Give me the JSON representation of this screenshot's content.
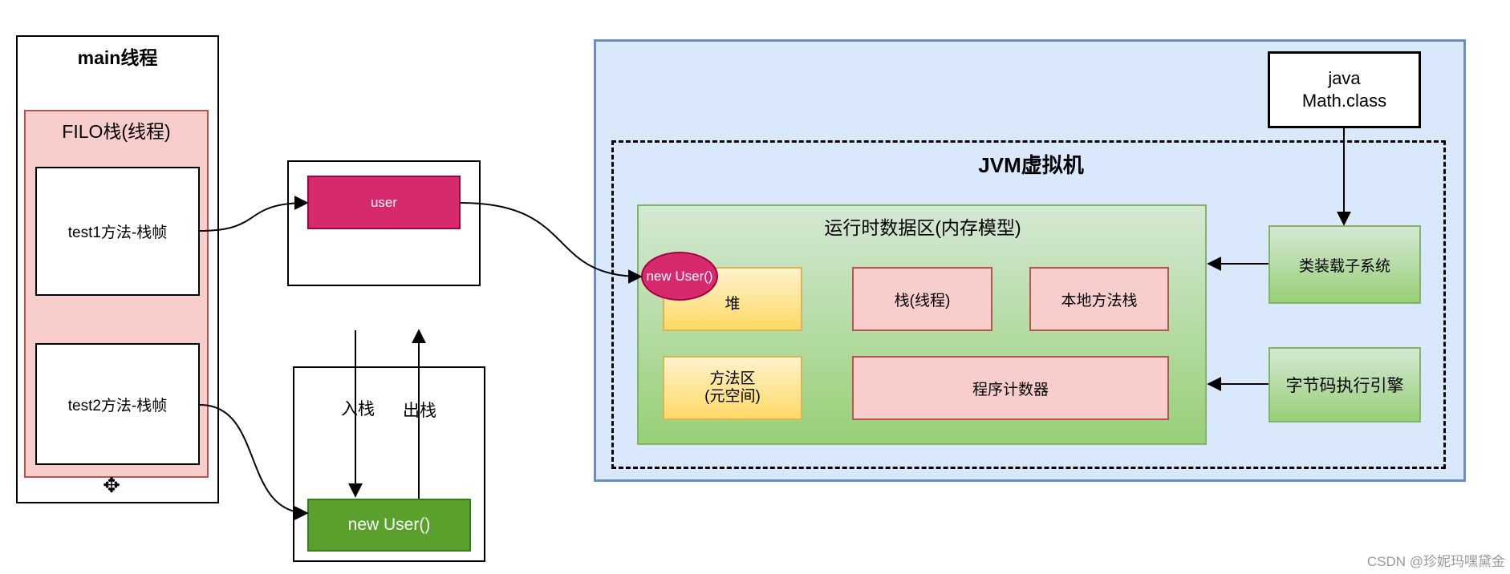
{
  "thread": {
    "title": "main线程",
    "stack_title": "FILO栈(线程)",
    "frame1": "test1方法-栈帧",
    "frame2": "test2方法-栈帧"
  },
  "middle": {
    "user_label": "user",
    "push_label": "入栈",
    "pop_label": "出栈",
    "new_user_label": "new User()"
  },
  "jvm": {
    "class_file": "java\nMath.class",
    "title": "JVM虚拟机",
    "runtime_area_title": "运行时数据区(内存模型)",
    "heap": "堆",
    "heap_object": "new User()",
    "stack": "栈(线程)",
    "native_stack": "本地方法栈",
    "method_area": "方法区\n(元空间)",
    "pc_register": "程序计数器",
    "class_loader": "类装载子系统",
    "exec_engine": "字节码执行引擎"
  },
  "watermark": "CSDN @珍妮玛嘿黛金",
  "colors": {
    "user_bar": "#d6296e",
    "new_user_bar": "#5aa02c",
    "jvm_panel": "#dae8fc",
    "jvm_panel_border": "#6c8ebf"
  }
}
